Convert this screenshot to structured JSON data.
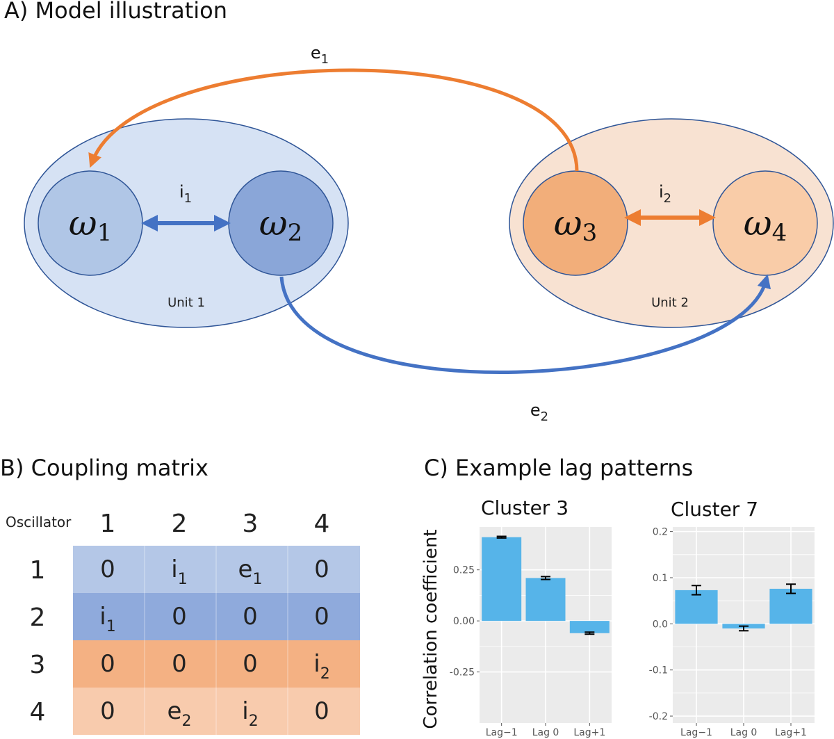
{
  "panel_a": {
    "title": "A) Model illustration",
    "unit1_label": "Unit 1",
    "unit2_label": "Unit 2",
    "oscillators": [
      {
        "base": "ω",
        "sub": "1"
      },
      {
        "base": "ω",
        "sub": "2"
      },
      {
        "base": "ω",
        "sub": "3"
      },
      {
        "base": "ω",
        "sub": "4"
      }
    ],
    "edges": {
      "i1": {
        "base": "i",
        "sub": "1"
      },
      "i2": {
        "base": "i",
        "sub": "2"
      },
      "e1": {
        "base": "e",
        "sub": "1"
      },
      "e2": {
        "base": "e",
        "sub": "2"
      }
    },
    "colors": {
      "unit1_fill": "#d6e2f4",
      "unit2_fill": "#f8e2d2",
      "osc1_fill": "#b0c6e6",
      "osc2_fill": "#8aa6d8",
      "osc3_fill": "#f2ae7a",
      "osc4_fill": "#f9cca8",
      "blue_arrow": "#4472c4",
      "orange_arrow": "#ed7d31"
    }
  },
  "panel_b": {
    "title": "B) Coupling matrix",
    "row_header_label": "Oscillator",
    "col_headers": [
      "1",
      "2",
      "3",
      "4"
    ],
    "row_headers": [
      "1",
      "2",
      "3",
      "4"
    ],
    "cells": [
      [
        {
          "base": "0",
          "sub": ""
        },
        {
          "base": "i",
          "sub": "1"
        },
        {
          "base": "e",
          "sub": "1"
        },
        {
          "base": "0",
          "sub": ""
        }
      ],
      [
        {
          "base": "i",
          "sub": "1"
        },
        {
          "base": "0",
          "sub": ""
        },
        {
          "base": "0",
          "sub": ""
        },
        {
          "base": "0",
          "sub": ""
        }
      ],
      [
        {
          "base": "0",
          "sub": ""
        },
        {
          "base": "0",
          "sub": ""
        },
        {
          "base": "0",
          "sub": ""
        },
        {
          "base": "i",
          "sub": "2"
        }
      ],
      [
        {
          "base": "0",
          "sub": ""
        },
        {
          "base": "e",
          "sub": "2"
        },
        {
          "base": "i",
          "sub": "2"
        },
        {
          "base": "0",
          "sub": ""
        }
      ]
    ],
    "row_colors": [
      "#b4c7e7",
      "#8faadc",
      "#f4b183",
      "#f8cbad"
    ]
  },
  "panel_c": {
    "title": "C) Example lag patterns",
    "ylabel": "Correlation coefficient"
  },
  "chart_data": [
    {
      "type": "bar",
      "title": "Cluster 3",
      "categories": [
        "Lag−1",
        "Lag 0",
        "Lag+1"
      ],
      "values": [
        0.41,
        0.21,
        -0.06
      ],
      "errors": [
        0.004,
        0.007,
        0.005
      ],
      "yticks": [
        "0.25",
        "0.00",
        "-0.25"
      ],
      "ytick_values": [
        0.25,
        0.0,
        -0.25
      ],
      "ylim": [
        -0.5,
        0.46
      ],
      "ylabel": "Correlation coefficient",
      "grid": true,
      "bar_color": "#56b4e9",
      "panel_bg": "#ebebeb"
    },
    {
      "type": "bar",
      "title": "Cluster 7",
      "categories": [
        "Lag−1",
        "Lag 0",
        "Lag+1"
      ],
      "values": [
        0.073,
        -0.01,
        0.076
      ],
      "errors": [
        0.01,
        0.005,
        0.01
      ],
      "yticks": [
        "0.2",
        "0.1",
        "0.0",
        "-0.1",
        "-0.2"
      ],
      "ytick_values": [
        0.2,
        0.1,
        0.0,
        -0.1,
        -0.2
      ],
      "ylim": [
        -0.215,
        0.21
      ],
      "grid": true,
      "bar_color": "#56b4e9",
      "panel_bg": "#ebebeb"
    }
  ]
}
